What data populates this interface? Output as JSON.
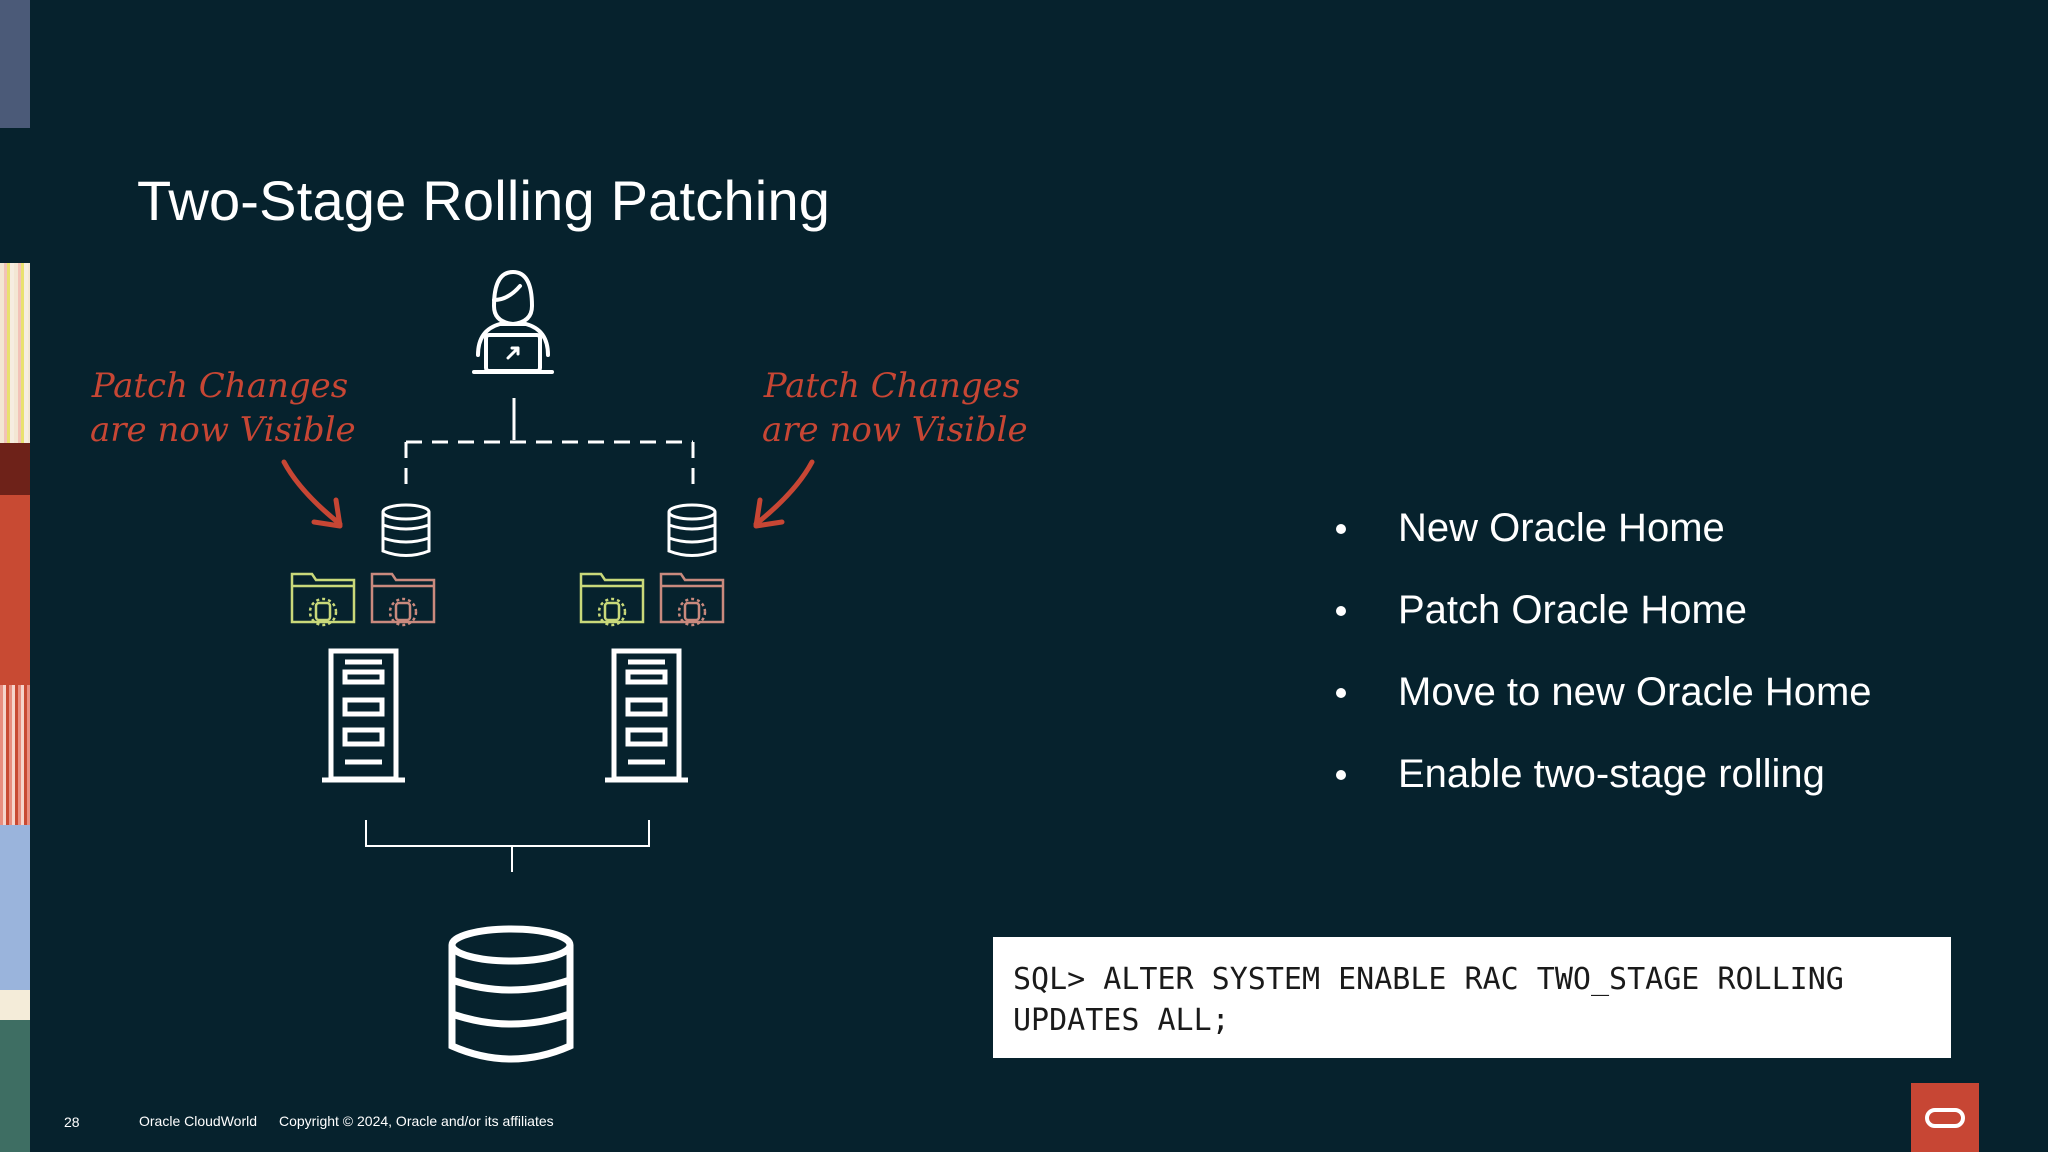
{
  "title": "Two-Stage Rolling Patching",
  "annotations": {
    "left": [
      "Patch Changes",
      "are now Visible"
    ],
    "right": [
      "Patch Changes",
      "are now Visible"
    ]
  },
  "bullets": [
    "New Oracle Home",
    "Patch Oracle Home",
    "Move to new Oracle Home",
    "Enable two-stage rolling"
  ],
  "code": "SQL> ALTER SYSTEM ENABLE RAC TWO_STAGE ROLLING\nUPDATES ALL;",
  "footer": {
    "page_number": "28",
    "event": "Oracle CloudWorld",
    "copyright": "Copyright © 2024, Oracle and/or its affiliates"
  },
  "colors": {
    "background": "#06222d",
    "accent_red": "#c74634",
    "folder_green": "#c9d97a",
    "folder_pink": "#c98a7e"
  },
  "icons": [
    "user-laptop-icon",
    "database-icon",
    "folder-database-icon",
    "server-rack-icon",
    "oracle-logo-icon"
  ]
}
